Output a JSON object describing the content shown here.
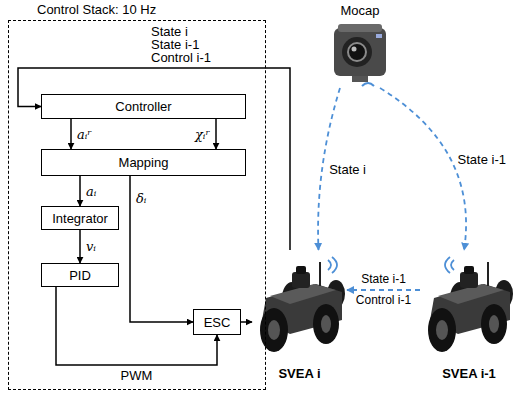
{
  "diagram": {
    "nodes": [
      {
        "text": [
          "Control Stack: 10 Hz"
        ]
      },
      {
        "text": [
          "Controller"
        ],
        "in": 0
      },
      {
        "text": [
          "Mapping"
        ],
        "in": 0
      },
      {
        "text": [
          "Integrator"
        ],
        "in": 0
      },
      {
        "text": [
          "PID"
        ],
        "in": 0
      },
      {
        "text": [
          "ESC"
        ],
        "in": 0
      },
      {
        "text": [
          "Mocap"
        ]
      },
      {
        "text": [
          "SVEA i"
        ]
      },
      {
        "text": [
          "SVEA i-1"
        ]
      }
    ],
    "edges": [
      {
        "from": 7,
        "to": 1,
        "arrow": "to"
      },
      {
        "from": 1,
        "to": 2,
        "label": "aᵢʳ",
        "arrow": "to"
      },
      {
        "from": 1,
        "to": 2,
        "label": "χᵢʳ",
        "arrow": "to"
      },
      {
        "from": 2,
        "to": 3,
        "label": "aᵢ",
        "arrow": "to"
      },
      {
        "from": 2,
        "to": 5,
        "label": "δᵢ",
        "arrow": "to"
      },
      {
        "from": 3,
        "to": 4,
        "label": "vᵢ",
        "arrow": "to"
      },
      {
        "from": 4,
        "to": 5,
        "label": "PWM",
        "arrow": "to"
      },
      {
        "from": 5,
        "to": 7,
        "arrow": "to"
      },
      {
        "from": 6,
        "to": 7,
        "label": "State i",
        "arrow": "to"
      },
      {
        "from": 6,
        "to": 8,
        "label": "State i-1",
        "arrow": "to"
      },
      {
        "from": 8,
        "to": 7,
        "label": "State i-1",
        "arrow": "to"
      }
    ],
    "labels": [
      "State i",
      "State i-1",
      "Control i-1",
      "Control i-1"
    ]
  }
}
